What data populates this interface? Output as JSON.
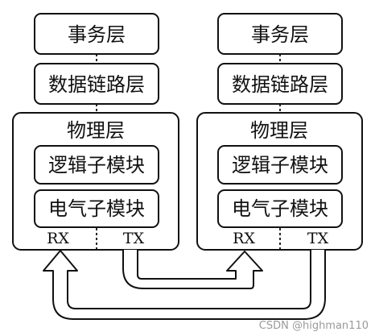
{
  "nodes": {
    "left": {
      "transaction_layer": "事务层",
      "data_link_layer": "数据链路层",
      "physical_layer": "物理层",
      "logical_sub_block": "逻辑子模块",
      "electrical_sub_block": "电气子模块",
      "rx_label": "RX",
      "tx_label": "TX"
    },
    "right": {
      "transaction_layer": "事务层",
      "data_link_layer": "数据链路层",
      "physical_layer": "物理层",
      "logical_sub_block": "逻辑子模块",
      "electrical_sub_block": "电气子模块",
      "rx_label": "RX",
      "tx_label": "TX"
    }
  },
  "edges": [
    {
      "from": "left.tx",
      "to": "right.rx",
      "style": "double-line-arrow"
    },
    {
      "from": "right.tx",
      "to": "left.rx",
      "style": "double-line-arrow"
    }
  ],
  "watermark": "CSDN @highman110"
}
